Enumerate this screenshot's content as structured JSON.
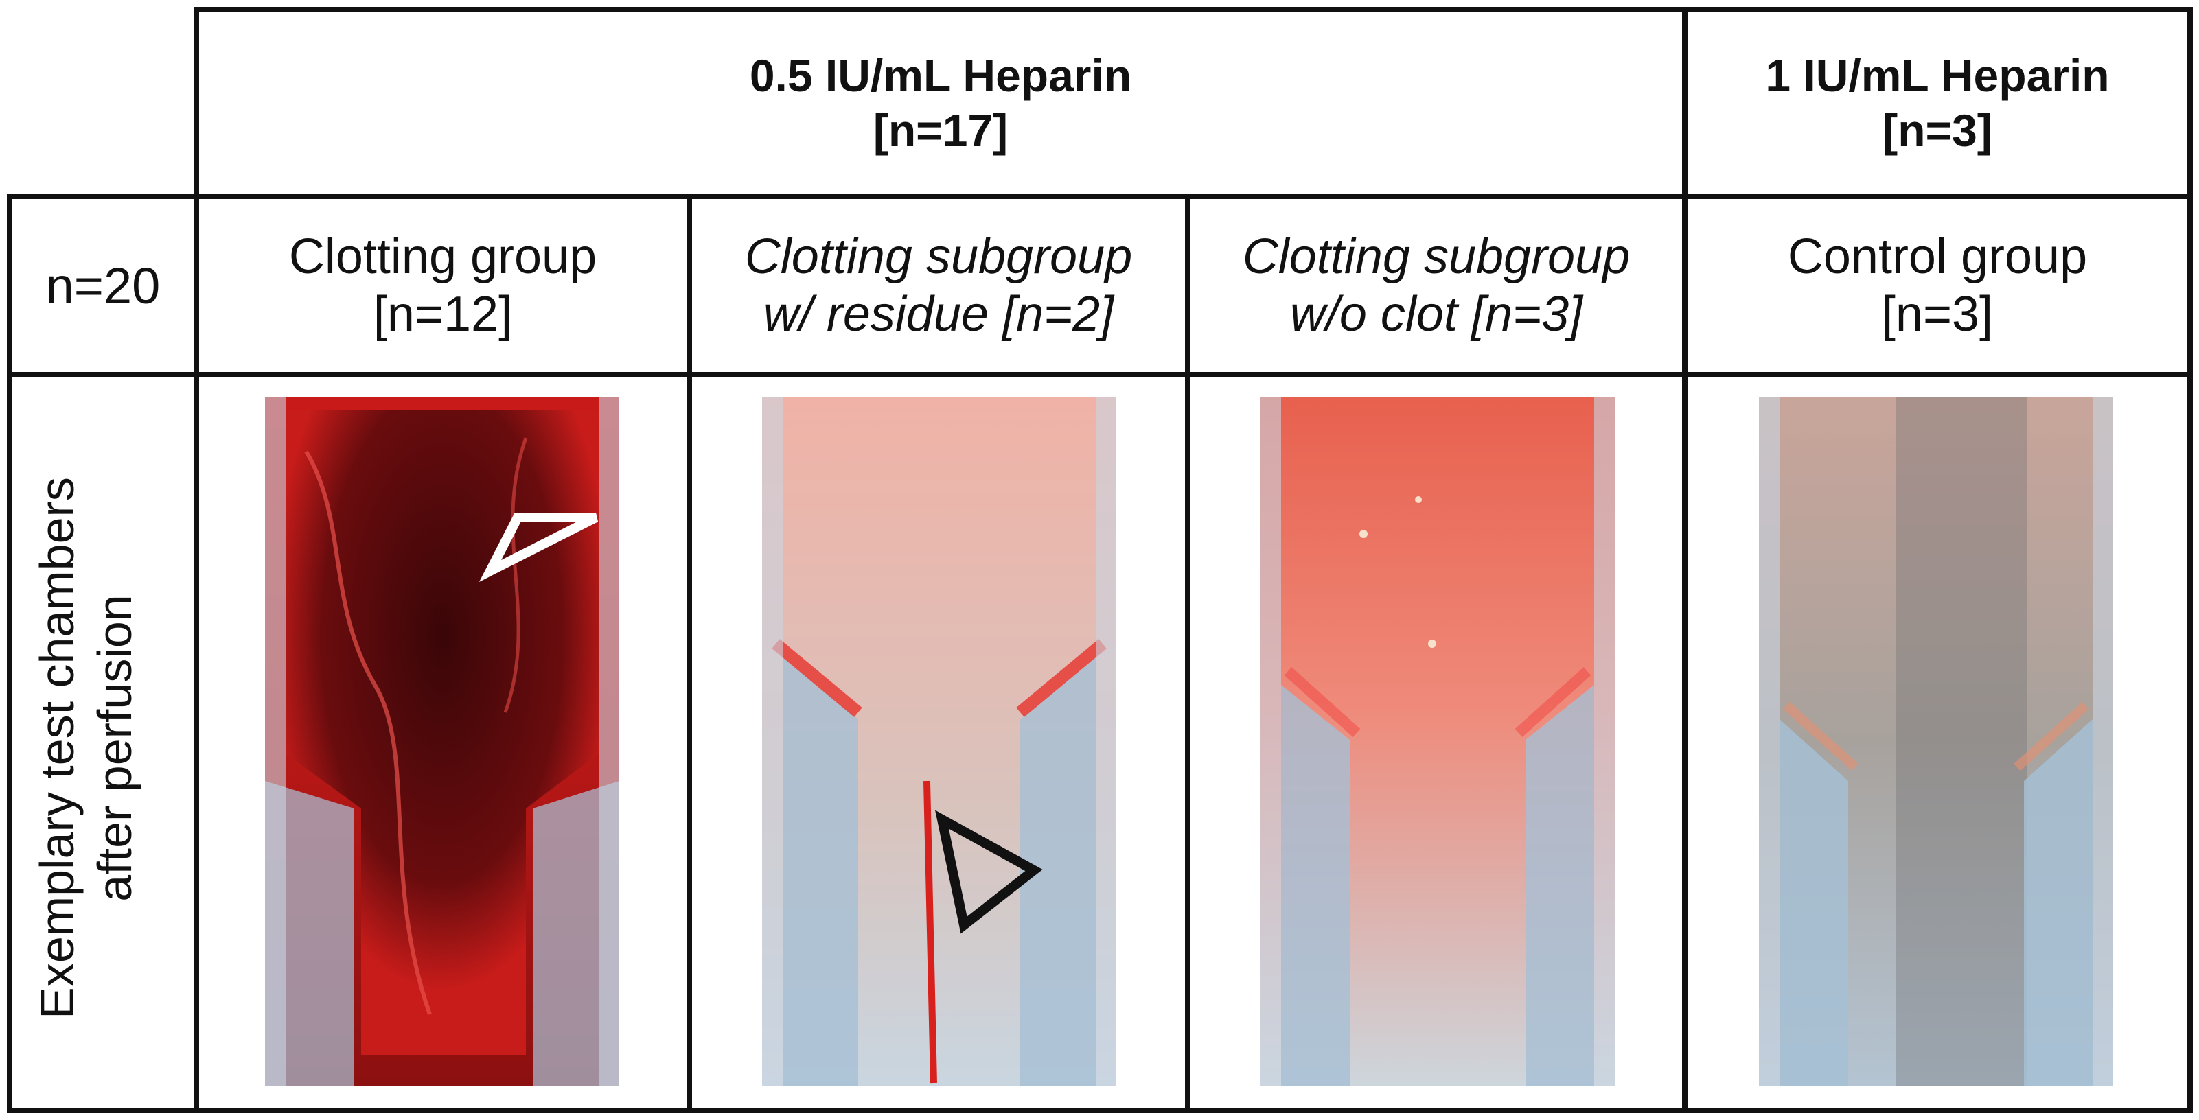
{
  "header": {
    "group_low": {
      "line1": "0.5 IU/mL Heparin",
      "line2": "[n=17]"
    },
    "group_high": {
      "line1": "1 IU/mL Heparin",
      "line2": "[n=3]"
    }
  },
  "row_labels": {
    "total": "n=20",
    "images_line1": "Exemplary test chambers",
    "images_line2": "after perfusion"
  },
  "columns": [
    {
      "line1": "Clotting group",
      "line2": "[n=12]",
      "italic": false
    },
    {
      "line1": "Clotting subgroup",
      "line2": "w/ residue [n=2]",
      "italic": true
    },
    {
      "line1": "Clotting subgroup",
      "line2": "w/o clot [n=3]",
      "italic": true
    },
    {
      "line1": "Control group",
      "line2": "[n=3]",
      "italic": false
    }
  ],
  "colors": {
    "border": "#111111",
    "blood_dark": "#5a0b0c",
    "blood_red": "#d8201c",
    "chamber_pink": "#f0a8a0",
    "chamber_grey": "#b9b5b0",
    "plastic_blue": "#a9c4da"
  }
}
